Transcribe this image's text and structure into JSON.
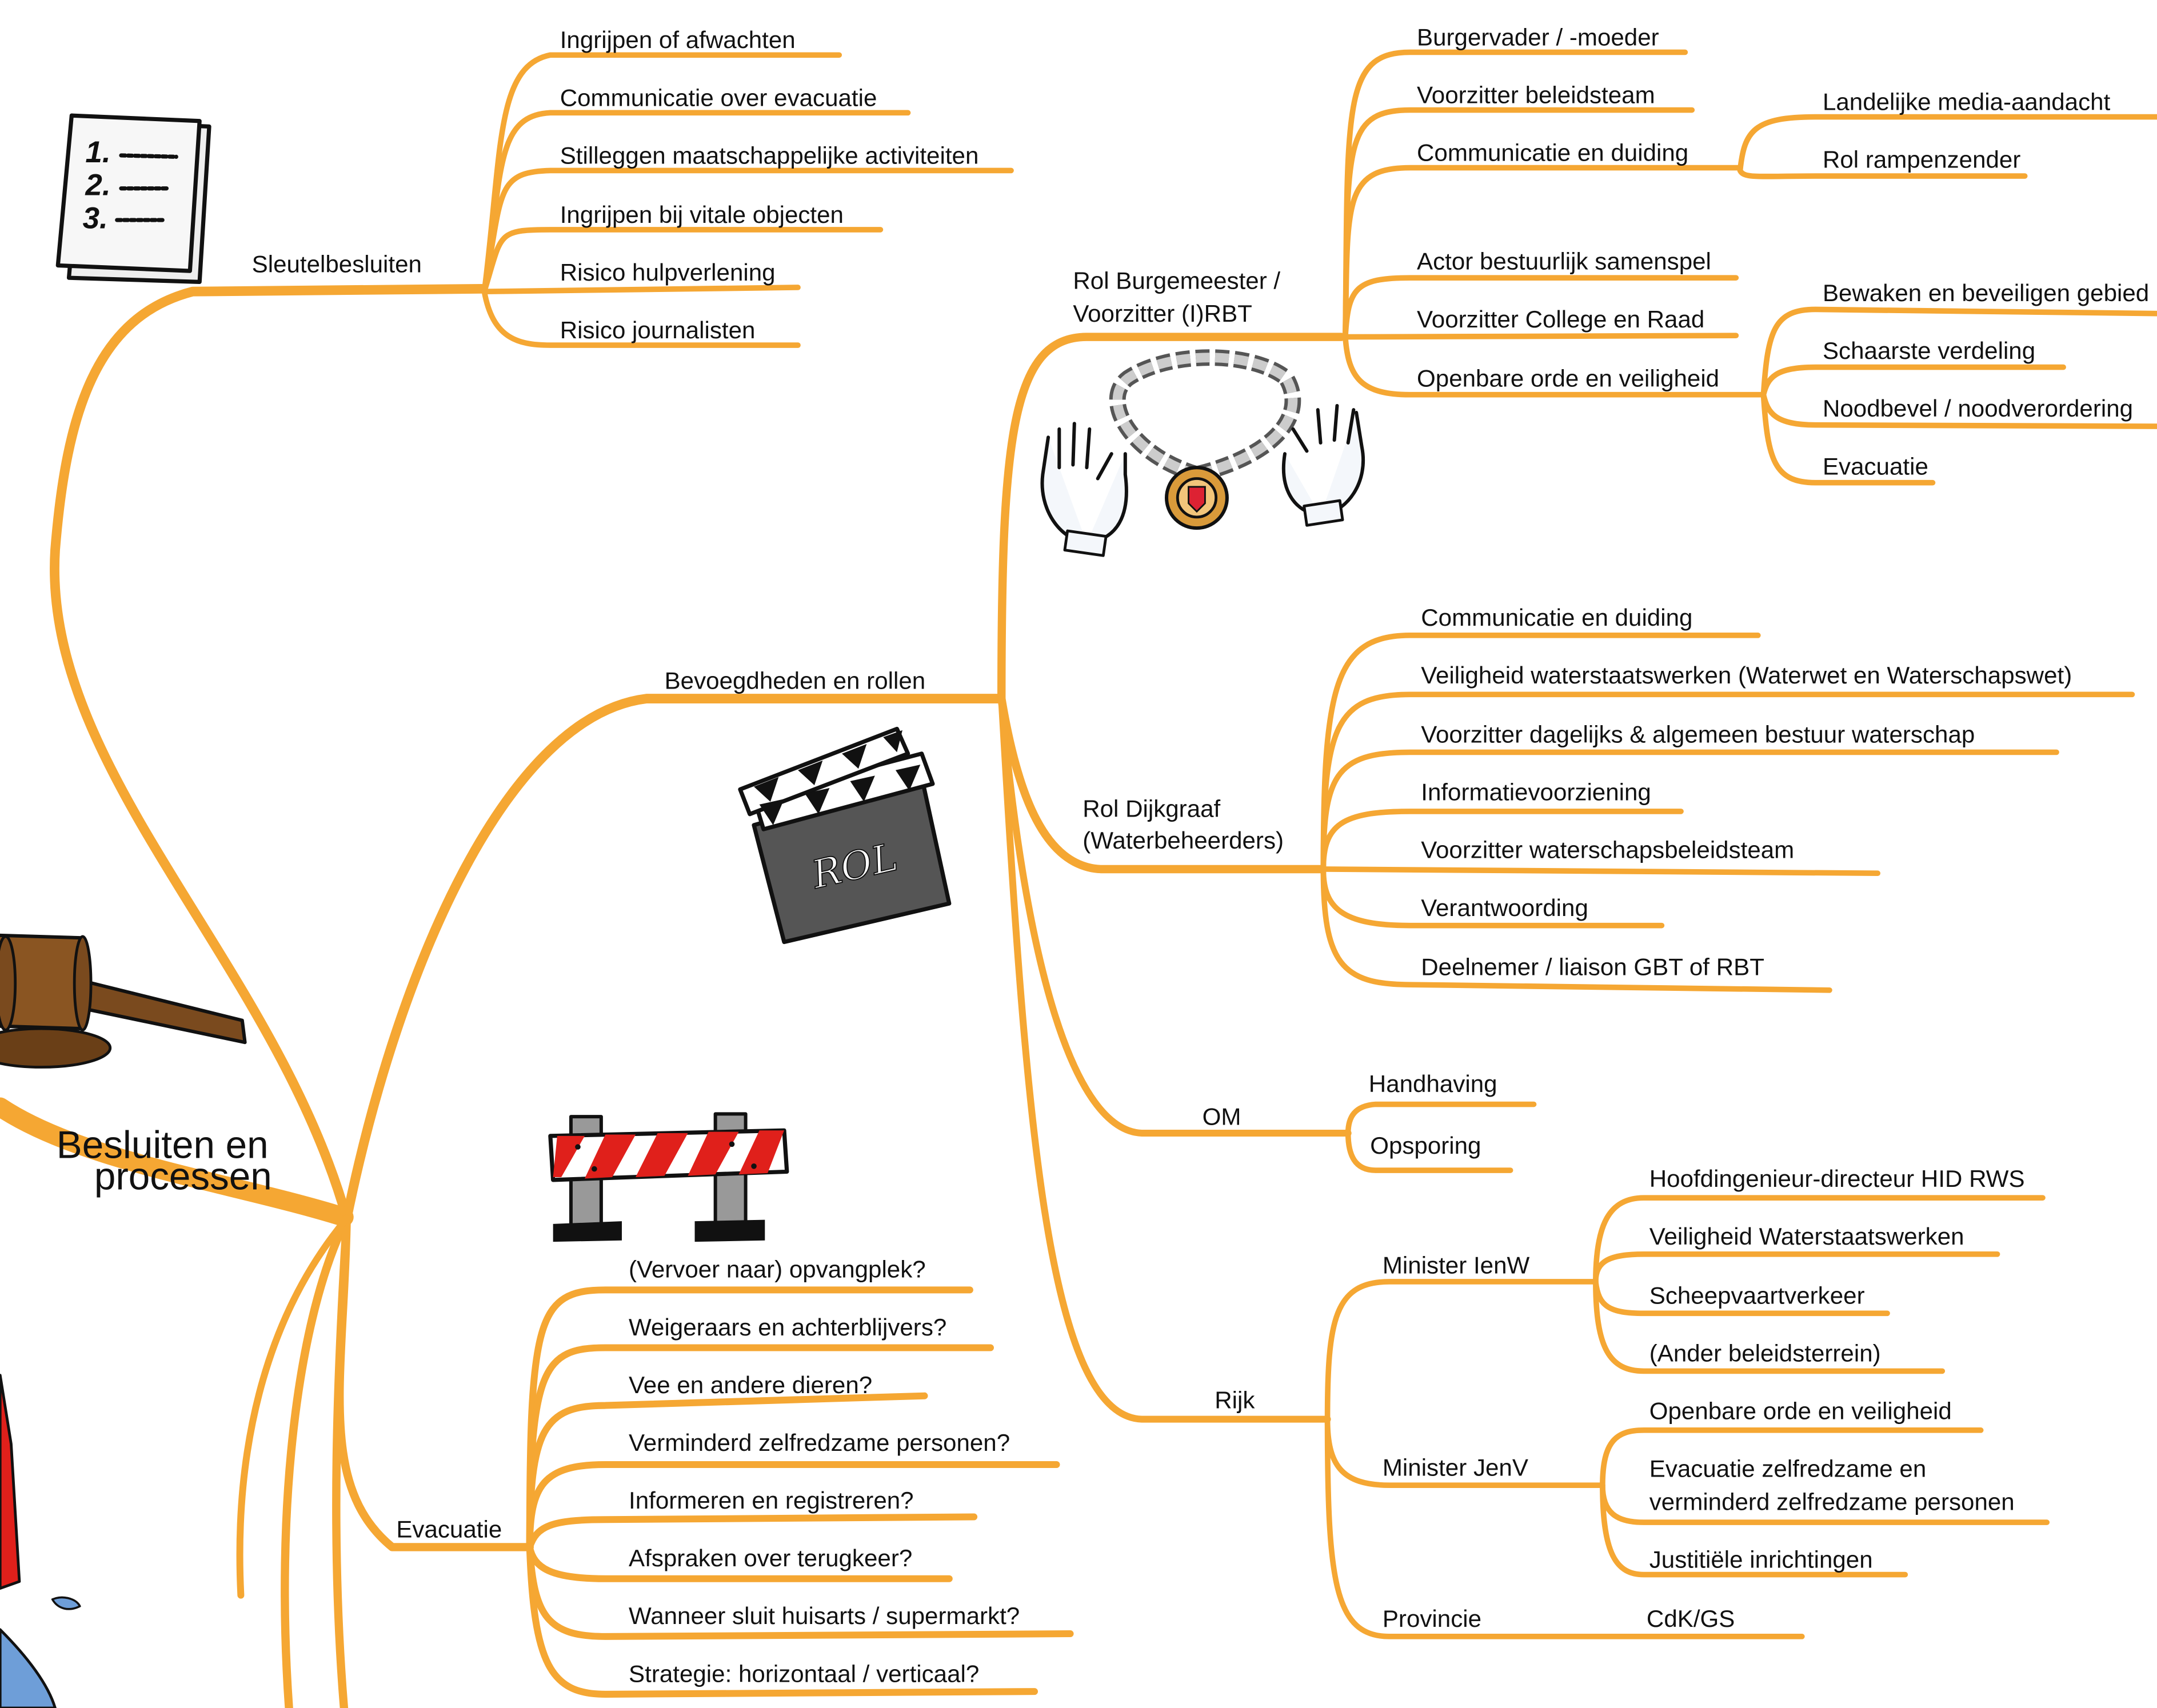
{
  "colors": {
    "branch": "#F5A733",
    "red_accent": "#E0201B",
    "gavel": "#7A4A1E",
    "ink": "#111111"
  },
  "icons": [
    "checklist-icon",
    "gavel-icon",
    "mayor-chain-icon",
    "white-gloves-icon",
    "clapperboard-icon",
    "road-barrier-icon"
  ],
  "center": {
    "line1": "Besluiten en",
    "line2": "processen"
  },
  "sleutel": {
    "label": "Sleutelbesluiten",
    "items": [
      "Ingrijpen of afwachten",
      "Communicatie over evacuatie",
      "Stilleggen maatschappelijke activiteiten",
      "Ingrijpen bij vitale objecten",
      "Risico hulpverlening",
      "Risico journalisten"
    ],
    "checklist": [
      "1.",
      "2.",
      "3."
    ]
  },
  "bevoegd": {
    "label": "Bevoegdheden en rollen",
    "clapper_text": "ROL"
  },
  "burg": {
    "label1": "Rol Burgemeester /",
    "label2": "Voorzitter (I)RBT",
    "items": [
      "Burgervader / -moeder",
      "Voorzitter beleidsteam",
      "Communicatie en duiding",
      "Actor bestuurlijk samenspel",
      "Voorzitter College en Raad",
      "Openbare orde en veiligheid"
    ],
    "comm_sub": [
      "Landelijke media-aandacht",
      "Rol rampenzender"
    ],
    "oov_sub": [
      "Bewaken en beveiligen gebied",
      "Schaarste verdeling",
      "Noodbevel / noodverordering",
      "Evacuatie"
    ]
  },
  "dijk": {
    "label1": "Rol Dijkgraaf",
    "label2": "(Waterbeheerders)",
    "items": [
      "Communicatie en duiding",
      "Veiligheid waterstaatswerken (Waterwet en Waterschapswet)",
      "Voorzitter dagelijks & algemeen bestuur waterschap",
      "Informatievoorziening",
      "Voorzitter waterschapsbeleidsteam",
      "Verantwoording",
      "Deelnemer / liaison GBT of RBT"
    ]
  },
  "om": {
    "label": "OM",
    "items": [
      "Handhaving",
      "Opsporing"
    ]
  },
  "rijk": {
    "label": "Rijk",
    "ienw": {
      "label": "Minister IenW",
      "items": [
        "Hoofdingenieur-directeur HID RWS",
        "Veiligheid Waterstaatswerken",
        "Scheepvaartverkeer",
        "(Ander beleidsterrein)"
      ]
    },
    "jenv": {
      "label": "Minister JenV",
      "items": [
        "Openbare orde en veiligheid",
        "Evacuatie zelfredzame en",
        "verminderd zelfredzame personen",
        "Justitiële inrichtingen"
      ]
    },
    "prov": {
      "label": "Provincie",
      "items": [
        "CdK/GS"
      ]
    }
  },
  "evac": {
    "label": "Evacuatie",
    "items": [
      "(Vervoer naar) opvangplek?",
      "Weigeraars en achterblijvers?",
      "Vee en andere dieren?",
      "Verminderd zelfredzame personen?",
      "Informeren en registreren?",
      "Afspraken over terugkeer?",
      "Wanneer sluit huisarts / supermarkt?",
      "Strategie: horizontaal / verticaal?"
    ]
  }
}
